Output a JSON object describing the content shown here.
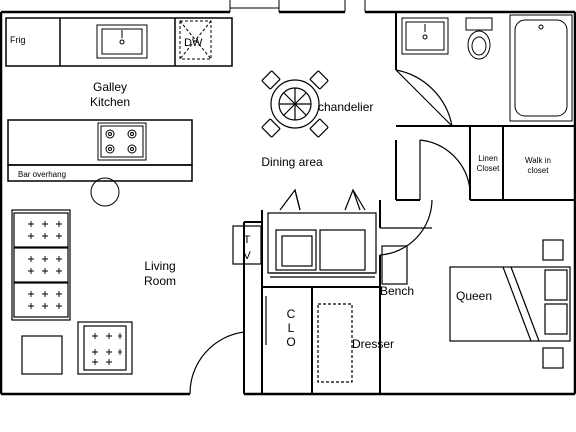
{
  "labels": {
    "frig": "Frig",
    "dw": "DW",
    "galley_line1": "Galley",
    "galley_line2": "Kitchen",
    "chandelier": "chandelier",
    "dining_area": "Dining area",
    "bar_overhang": "Bar overhang",
    "living_line1": "Living",
    "living_line2": "Room",
    "tv_t": "T",
    "tv_v": "V",
    "linen_line1": "Linen",
    "linen_line2": "Closet",
    "walkin_line1": "Walk in",
    "walkin_line2": "closet",
    "bench": "Bench",
    "queen": "Queen",
    "clo_c": "C",
    "clo_l": "L",
    "clo_o": "O",
    "dresser": "Dresser"
  }
}
